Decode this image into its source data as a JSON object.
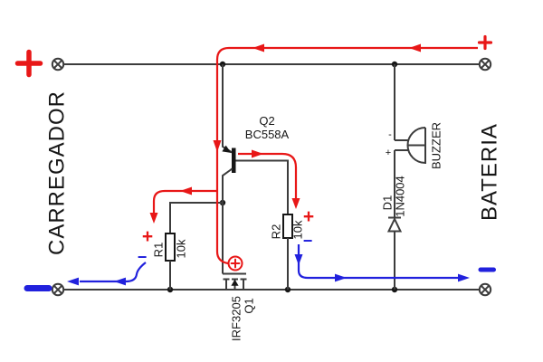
{
  "diagram": {
    "left_label": "CARREGADOR",
    "right_label": "BATERIA",
    "terminals": {
      "charger_positive": "+",
      "charger_negative": "−",
      "battery_positive": "+",
      "battery_negative": "−"
    },
    "components": {
      "q2": {
        "ref": "Q2",
        "part": "BC558A"
      },
      "q1": {
        "ref": "Q1",
        "part": "IRF3205"
      },
      "r1": {
        "ref": "R1",
        "value": "10k",
        "plus": "+",
        "minus": "−"
      },
      "r2": {
        "ref": "R2",
        "value": "10k",
        "plus": "+",
        "minus": "−"
      },
      "d1": {
        "ref": "D1",
        "part": "1N4004"
      },
      "buzzer": {
        "label": "BUZZER",
        "minus": "-",
        "plus": "+"
      },
      "gate_node": {
        "plus": "+"
      }
    }
  },
  "colors": {
    "background": "#ffffff",
    "wire": "#3c3c3c",
    "ink": "#161616",
    "red": "#e81717",
    "blue": "#2121dd"
  }
}
